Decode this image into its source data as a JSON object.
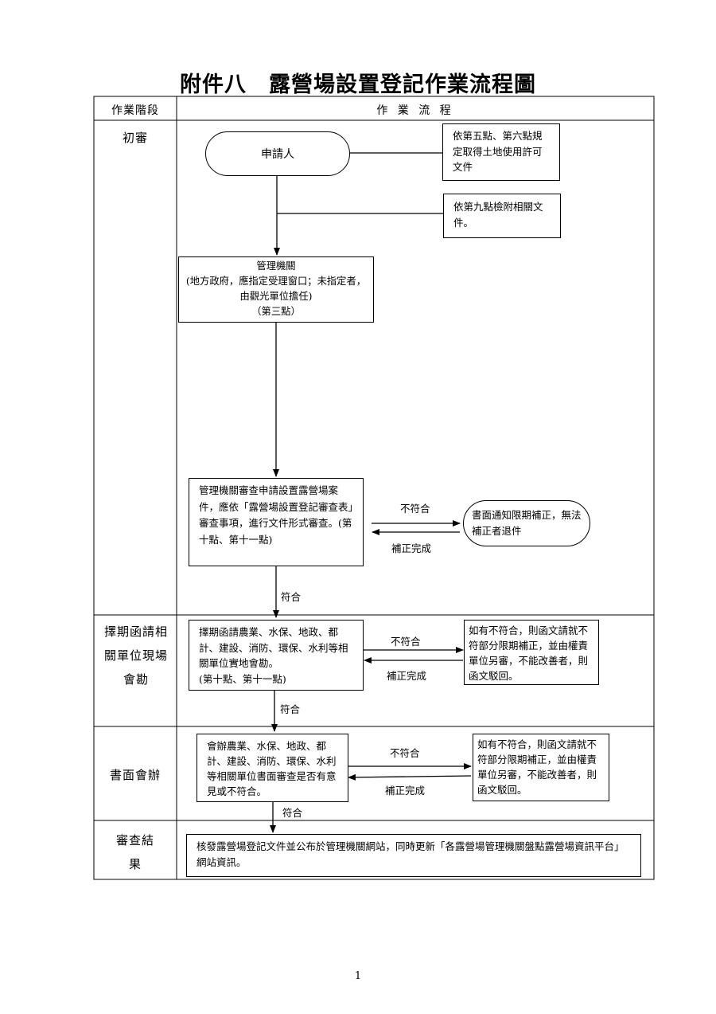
{
  "title": "附件八　露營場設置登記作業流程圖",
  "table_header": {
    "stage_col": "作業階段",
    "flow_col": "作 業 流 程"
  },
  "stages": [
    {
      "name": "初審"
    },
    {
      "name": "擇期函請相關單位現場會勘"
    },
    {
      "name": "書面會辦"
    },
    {
      "name": "審查結果"
    }
  ],
  "flow": {
    "applicant": "申請人",
    "note_land_use": "依第五點、第六點規定取得土地使用許可文件",
    "note_attach": "依第九點檢附相關文件。",
    "authority": "管理機關\n(地方政府，應指定受理窗口；未指定者，由觀光單位擔任)\n（第三點）",
    "review": "管理機關審查申請設置露營場案件，應依「露營場設置登記審查表」審查事項，進行文件形式審查。(第十點、第十一點)",
    "notify_correction": "書面通知限期補正，無法補正者退件",
    "site_survey": "擇期函請農業、水保、地政、都計、建設、消防、環保、水利等相關單位實地會勘。\n(第十點、第十一點)",
    "survey_noncompliance": "如有不符合，則函文請就不符部分限期補正，並由權責單位另審，不能改善者，則函文駁回。",
    "written_review": "會辦農業、水保、地政、都計、建設、消防、環保、水利等相關單位書面審查是否有意見或不符合。",
    "written_noncompliance": "如有不符合，則函文請就不符部分限期補正，並由權責單位另審，不能改善者，則函文駁回。",
    "result": "核發露營場登記文件並公布於管理機關網站，同時更新「各露營場管理機關盤點露營場資訊平台」網站資訊。"
  },
  "labels": {
    "noncompliant": "不符合",
    "corrected": "補正完成",
    "compliant": "符合"
  },
  "page_number": "1"
}
